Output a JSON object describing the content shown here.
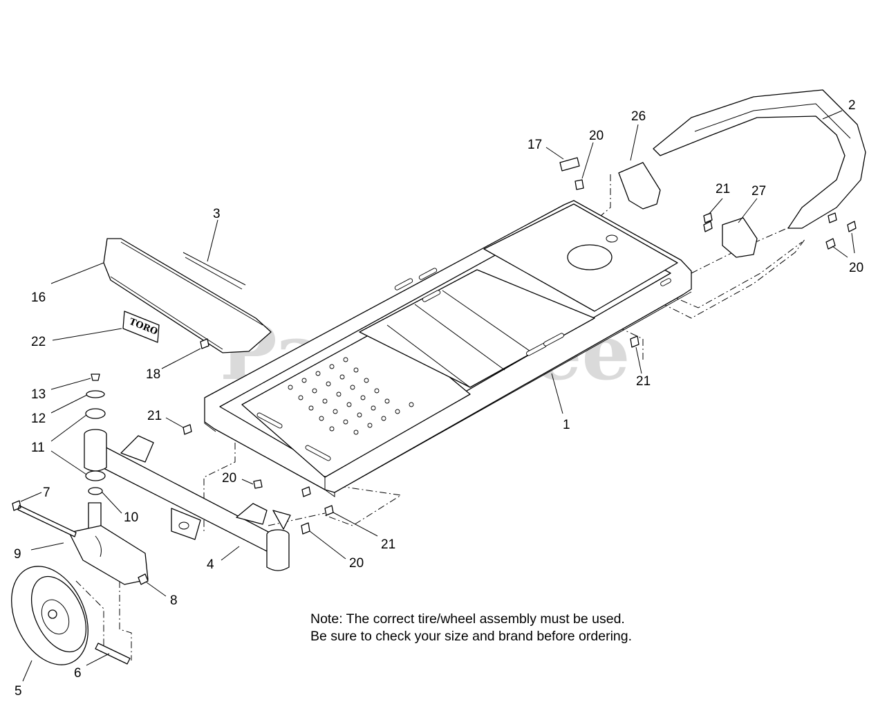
{
  "watermark": "PartsTree",
  "logo_text": "TORO",
  "callouts": {
    "c1": "1",
    "c2": "2",
    "c3": "3",
    "c4": "4",
    "c5": "5",
    "c6": "6",
    "c7": "7",
    "c8": "8",
    "c9": "9",
    "c10": "10",
    "c11a": "11",
    "c12": "12",
    "c13": "13",
    "c16": "16",
    "c17": "17",
    "c18": "18",
    "c20a": "20",
    "c20b": "20",
    "c20c": "20",
    "c20d": "20",
    "c21a": "21",
    "c21b": "21",
    "c21c": "21",
    "c21d": "21",
    "c22": "22",
    "c26": "26",
    "c27": "27"
  },
  "note": {
    "line1": "Note: The correct tire/wheel assembly must be used.",
    "line2": "Be sure to check your size and brand before ordering."
  }
}
